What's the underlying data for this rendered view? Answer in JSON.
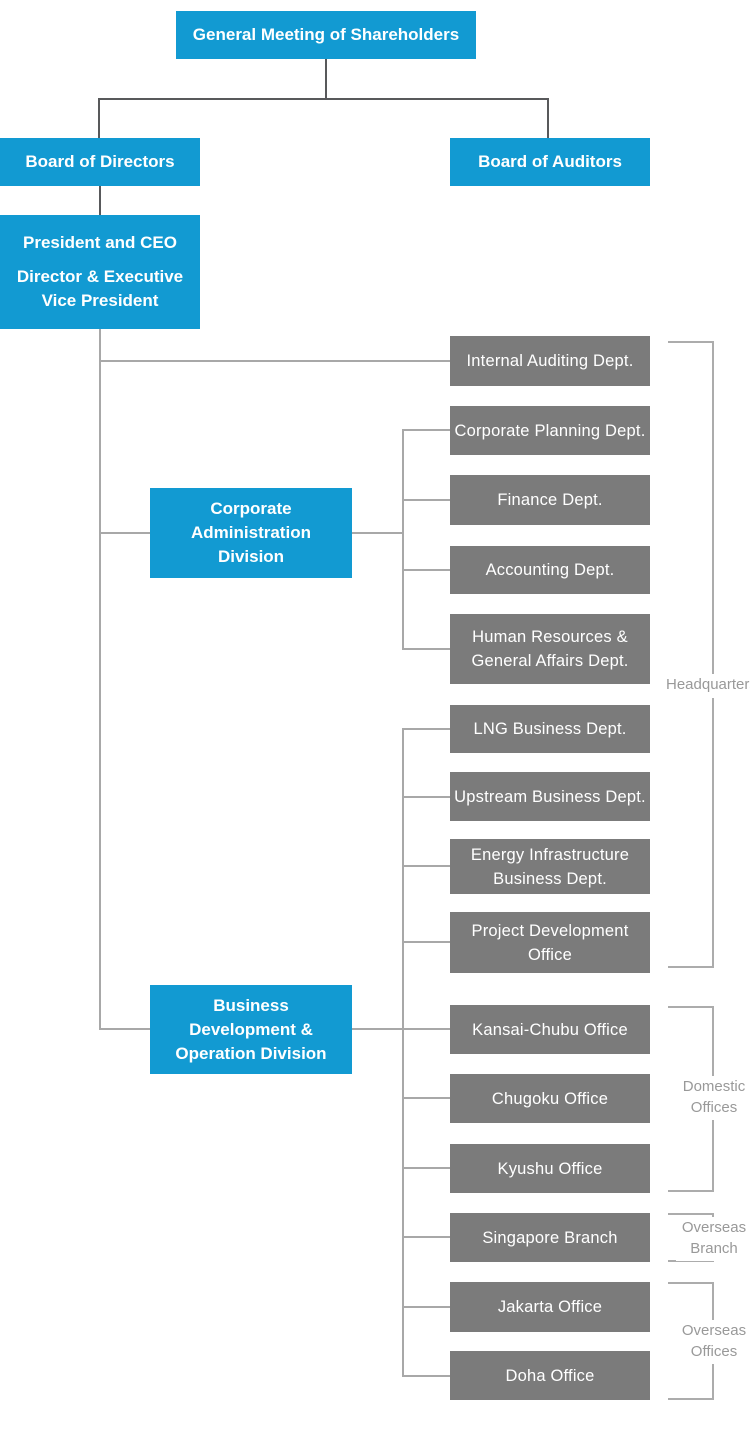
{
  "colors": {
    "node_blue": "#129AD2",
    "node_gray": "#7B7B7B",
    "line_dark": "#58595B",
    "line_light": "#A8A8A8",
    "bracket": "#ACACAC",
    "label_text": "#999999",
    "node_text": "#FFFFFF"
  },
  "nodes": {
    "shareholders": "General Meeting of Shareholders",
    "board_of_directors": "Board of Directors",
    "board_of_auditors": "Board of Auditors",
    "president": {
      "title1": "President and CEO",
      "title2_line1": "Director & Executive",
      "title2_line2": "Vice President"
    },
    "division_corporate_administration": {
      "line1": "Corporate",
      "line2": "Administration",
      "line3": "Division"
    },
    "division_business_development": {
      "line1": "Business",
      "line2": "Development &",
      "line3": "Operation Division"
    }
  },
  "departments": [
    {
      "lines": [
        "Internal Auditing Dept."
      ]
    },
    {
      "lines": [
        "Corporate Planning Dept."
      ]
    },
    {
      "lines": [
        "Finance Dept."
      ]
    },
    {
      "lines": [
        "Accounting Dept."
      ]
    },
    {
      "lines": [
        "Human Resources &",
        "General Affairs Dept."
      ]
    },
    {
      "lines": [
        "LNG Business Dept."
      ]
    },
    {
      "lines": [
        "Upstream Business Dept."
      ]
    },
    {
      "lines": [
        "Energy Infrastructure",
        "Business Dept."
      ]
    },
    {
      "lines": [
        "Project Development",
        "Office"
      ]
    },
    {
      "lines": [
        "Kansai-Chubu Office"
      ]
    },
    {
      "lines": [
        "Chugoku Office"
      ]
    },
    {
      "lines": [
        "Kyushu Office"
      ]
    },
    {
      "lines": [
        "Singapore Branch"
      ]
    },
    {
      "lines": [
        "Jakarta Office"
      ]
    },
    {
      "lines": [
        "Doha Office"
      ]
    }
  ],
  "group_labels": {
    "headquarters": "Headquarters",
    "domestic_offices": "Domestic Offices",
    "overseas_branch": "Overseas Branch",
    "overseas_offices": "Overseas Offices"
  }
}
